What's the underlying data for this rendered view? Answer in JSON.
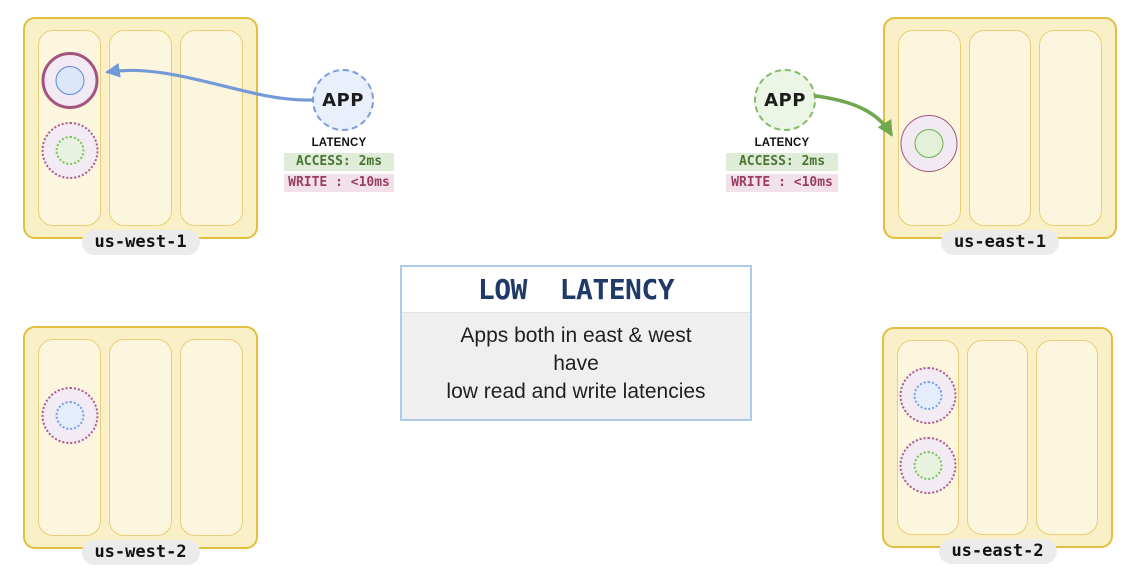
{
  "diagram": {
    "regions": [
      {
        "name": "us-west-1"
      },
      {
        "name": "us-east-1"
      },
      {
        "name": "us-west-2"
      },
      {
        "name": "us-east-2"
      }
    ],
    "apps": {
      "west_label": "APP",
      "east_label": "APP"
    },
    "latency": {
      "title": "LATENCY",
      "access": "ACCESS: 2ms",
      "write": "WRITE : <10ms"
    },
    "info_box": {
      "title": "LOW  LATENCY",
      "lines": {
        "line1": "Apps both in east & west",
        "line2": "have",
        "line3": "low read and write latencies"
      }
    },
    "colors": {
      "region_fill": "#FAF0C7",
      "region_border": "#E3BF3F",
      "zone_fill": "#FCF6DE",
      "zone_border": "#EACE77",
      "leader_ring": "#A4547D",
      "replica_dotted_ring": "#AE5C85",
      "tablet_blue": "#6188D8",
      "tablet_green": "#6FAE54",
      "app_west_border": "#7B9DDE",
      "app_east_border": "#84BA68",
      "arrow_blue": "#7399D8",
      "arrow_green": "#6FA84E",
      "access_badge_bg": "#DFECD8",
      "access_badge_text": "#497433",
      "write_badge_bg": "#F3E1EA",
      "write_badge_text": "#9A3D63",
      "info_title_text": "#1F3A68",
      "info_border": "#AECBEA"
    }
  }
}
